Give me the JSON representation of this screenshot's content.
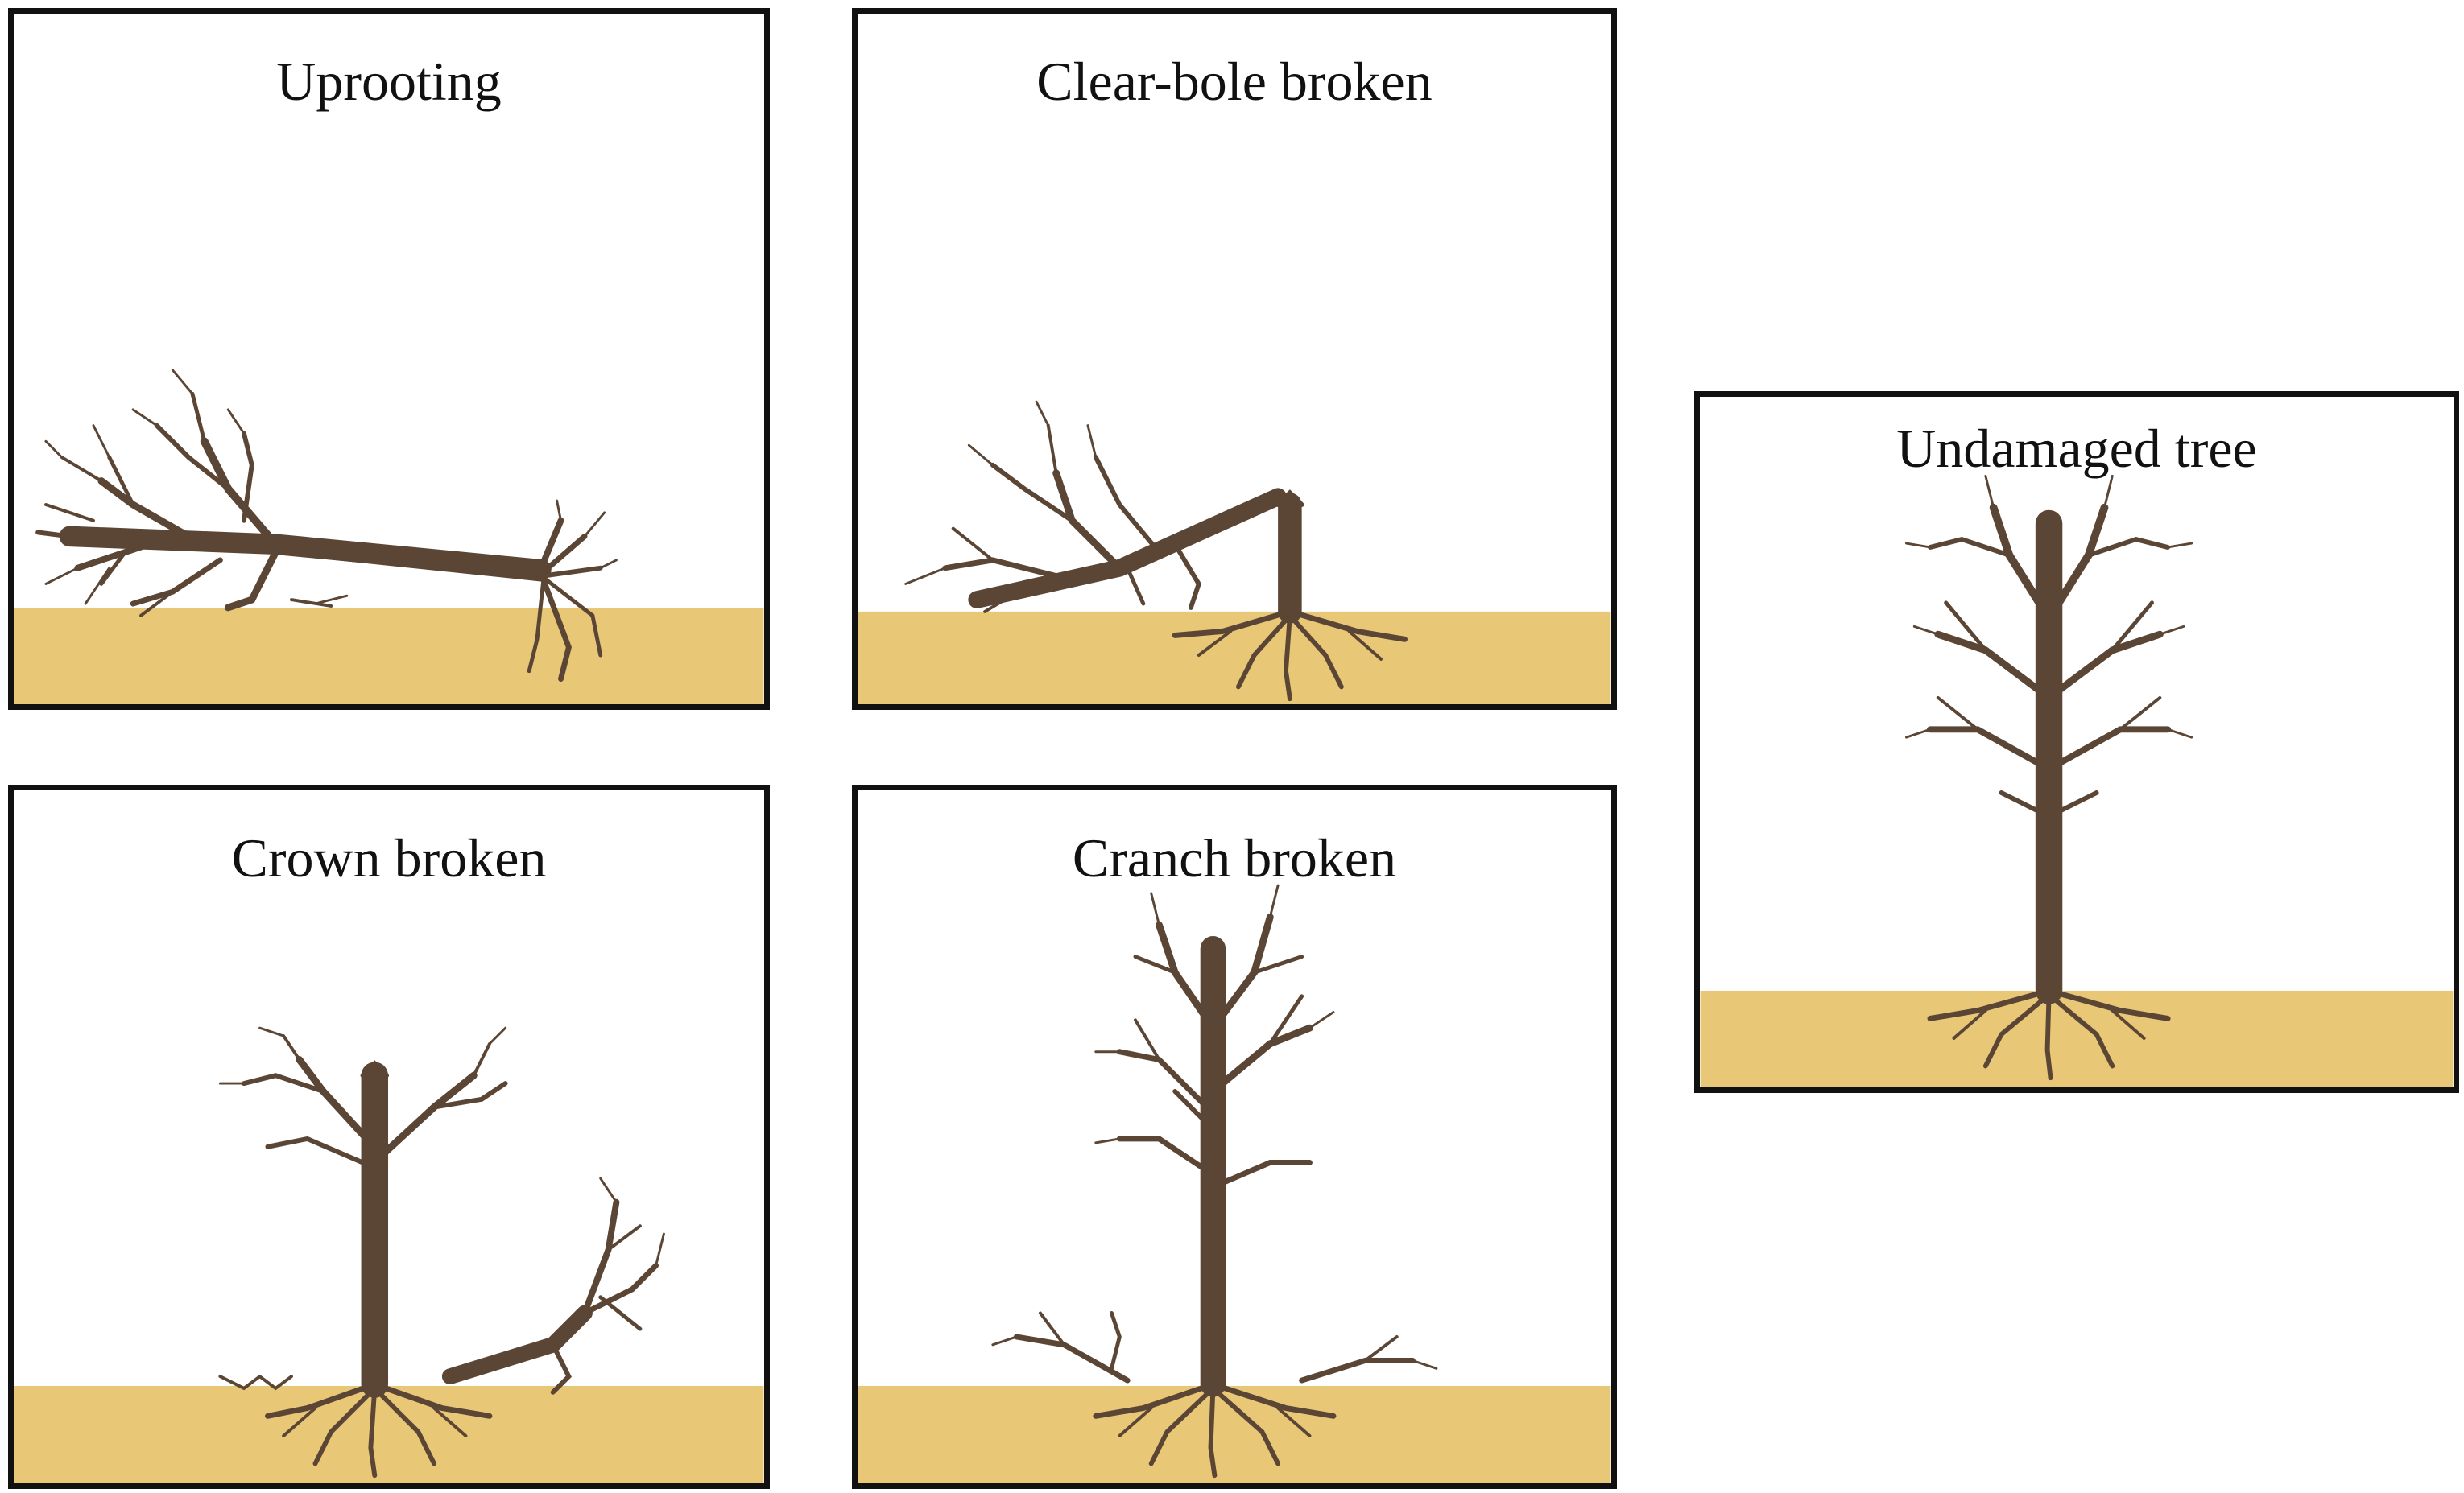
{
  "colors": {
    "ground": "#e8c777",
    "trunk": "#5b4636",
    "border": "#111111"
  },
  "panels": {
    "uprooting": {
      "title": "Uprooting"
    },
    "clear_bole": {
      "title": "Clear-bole broken"
    },
    "crown": {
      "title": "Crown broken"
    },
    "cranch": {
      "title": "Cranch broken"
    },
    "undamaged": {
      "title": "Undamaged tree"
    }
  }
}
